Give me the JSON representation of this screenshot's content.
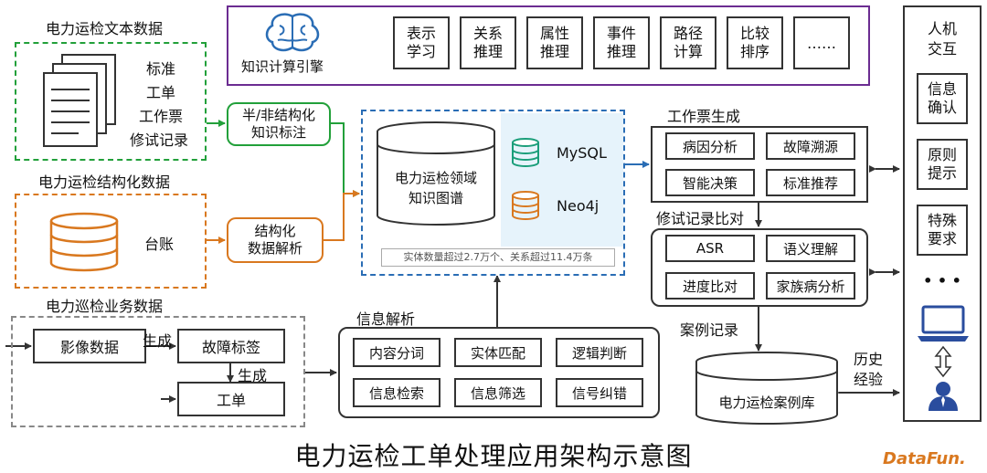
{
  "text_data": {
    "title": "电力运检文本数据",
    "items": [
      "标准",
      "工单",
      "工作票",
      "修试记录"
    ]
  },
  "struct_data": {
    "title": "电力运检结构化数据",
    "item": "台账"
  },
  "patrol_data": {
    "title": "电力巡检业务数据",
    "image_data": "影像数据",
    "generate_label_1": "生成",
    "fault_tag": "故障标签",
    "generate_label_2": "生成",
    "work_order": "工单"
  },
  "semi_struct": {
    "line1": "半/非结构化",
    "line2": "知识标注"
  },
  "struct_parse": {
    "line1": "结构化",
    "line2": "数据解析"
  },
  "engine": {
    "title": "知识计算引擎",
    "modules": [
      {
        "l1": "表示",
        "l2": "学习"
      },
      {
        "l1": "关系",
        "l2": "推理"
      },
      {
        "l1": "属性",
        "l2": "推理"
      },
      {
        "l1": "事件",
        "l2": "推理"
      },
      {
        "l1": "路径",
        "l2": "计算"
      },
      {
        "l1": "比较",
        "l2": "排序"
      }
    ],
    "more": "……"
  },
  "kg": {
    "line1": "电力运检领域",
    "line2": "知识图谱",
    "db1": "MySQL",
    "db2": "Neo4j",
    "note": "实体数量超过2.7万个、关系超过11.4万条"
  },
  "info_parse": {
    "title": "信息解析",
    "items": [
      "内容分词",
      "实体匹配",
      "逻辑判断",
      "信息检索",
      "信息筛选",
      "信号纠错"
    ]
  },
  "ticket": {
    "title": "工作票生成",
    "items": [
      "病因分析",
      "故障溯源",
      "智能决策",
      "标准推荐"
    ]
  },
  "record": {
    "title": "修试记录比对",
    "items": [
      "ASR",
      "语义理解",
      "进度比对",
      "家族病分析"
    ]
  },
  "case": {
    "title": "案例记录",
    "history1": "历史",
    "history2": "经验",
    "library": "电力运检案例库"
  },
  "hci": {
    "title1": "人机",
    "title2": "交互",
    "items": [
      {
        "l1": "信息",
        "l2": "确认"
      },
      {
        "l1": "原则",
        "l2": "提示"
      },
      {
        "l1": "特殊",
        "l2": "要求"
      }
    ],
    "dots": "• • •"
  },
  "caption": "电力运检工单处理应用架构示意图",
  "logo": "DataFun.",
  "colors": {
    "green": "#22a03a",
    "orange": "#d9781f",
    "purple": "#6b2c91",
    "blue": "#2a6db5",
    "teal": "#1b9e7a",
    "light_blue": "#e6f3fb"
  }
}
